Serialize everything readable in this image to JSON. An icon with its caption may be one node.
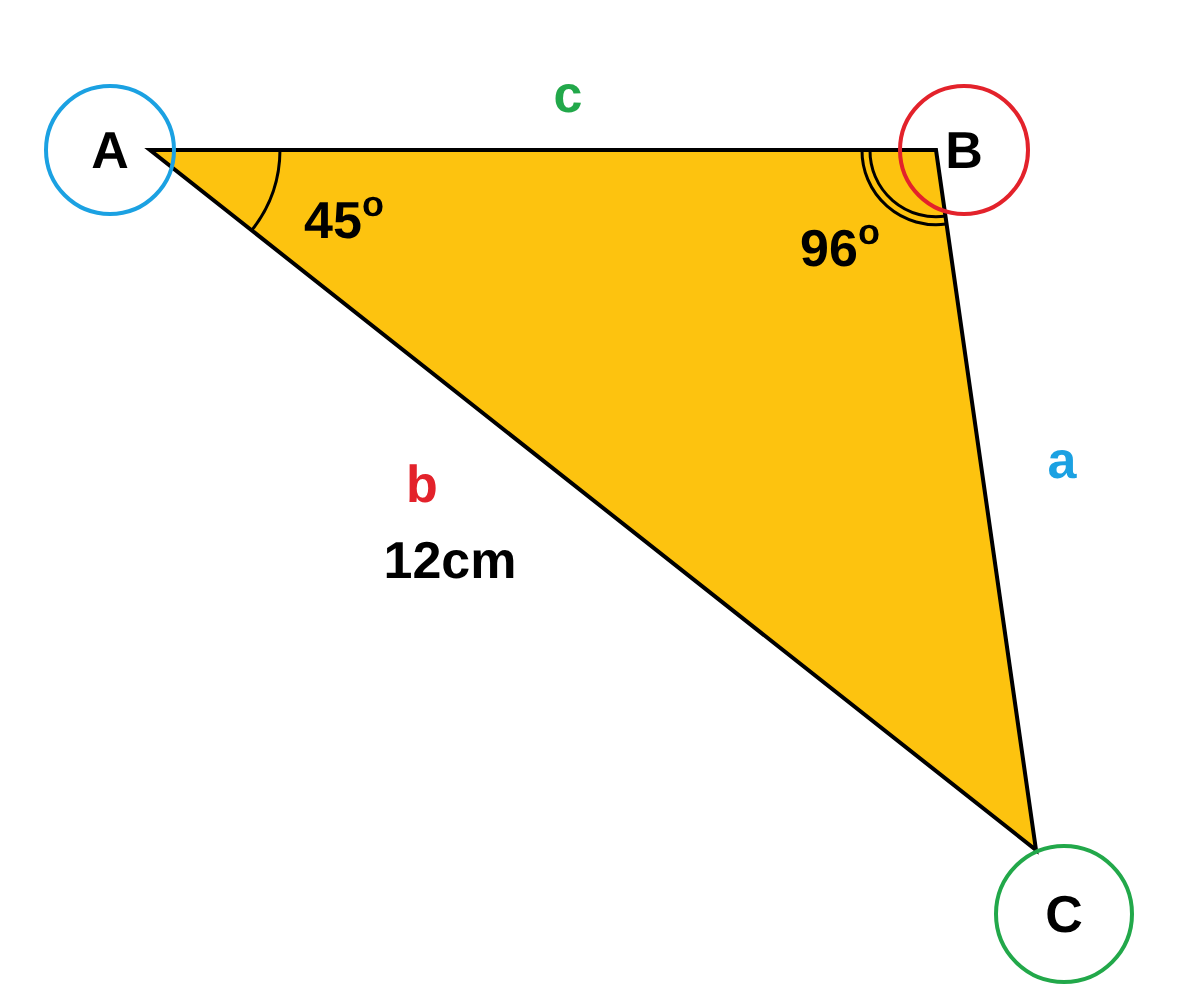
{
  "diagram": {
    "nodes": [
      {
        "text": [
          "A"
        ]
      },
      {
        "text": [
          "B"
        ]
      },
      {
        "text": [
          "C"
        ]
      }
    ],
    "labels": [
      "c",
      "45$^{o}$",
      "96$^{o}$",
      "a",
      "b",
      "12cm"
    ]
  }
}
